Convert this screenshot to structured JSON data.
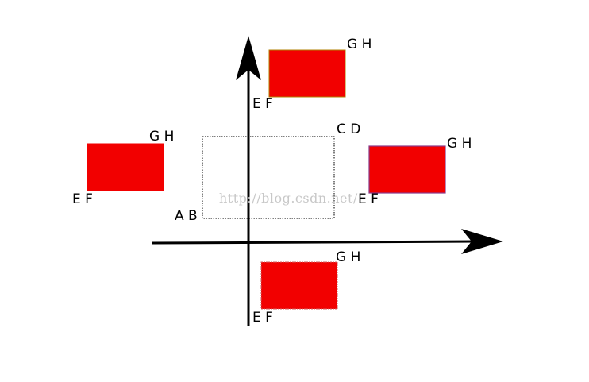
{
  "diagram": {
    "reference_box": {
      "corner_min_label": "A B",
      "corner_max_label": "C D"
    },
    "boxes": [
      {
        "id": "top",
        "label_min": "E F",
        "label_max": "G H"
      },
      {
        "id": "left",
        "label_min": "E F",
        "label_max": "G H"
      },
      {
        "id": "right",
        "label_min": "E F",
        "label_max": "G H"
      },
      {
        "id": "bottom",
        "label_min": "E F",
        "label_max": "G H"
      }
    ],
    "watermark": "http://blog.csdn.net/",
    "colors": {
      "box_fill": "#f20000",
      "box_border_top": "#b08000",
      "box_border_right": "#8a3a8a",
      "axis": "#000000",
      "dotted_border": "#000000",
      "watermark": "#c8c8c8"
    }
  }
}
